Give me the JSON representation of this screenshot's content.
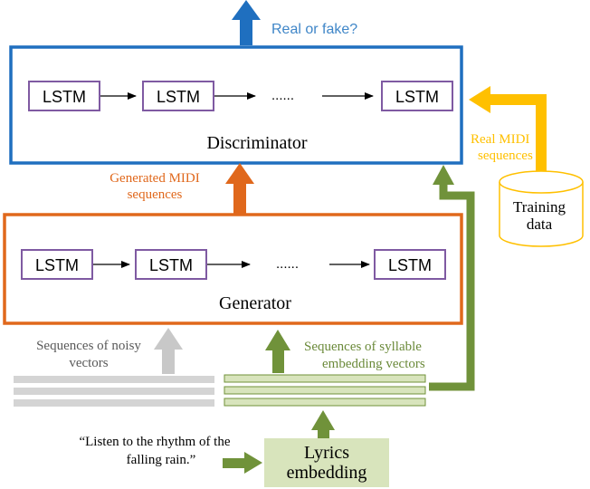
{
  "top": {
    "question": "Real or fake?"
  },
  "discriminator": {
    "title": "Discriminator",
    "lstm_label": "LSTM",
    "ellipsis": "......"
  },
  "generator": {
    "title": "Generator",
    "lstm_label": "LSTM",
    "ellipsis": "......"
  },
  "generated_midi": {
    "line1": "Generated MIDI",
    "line2": "sequences"
  },
  "real_midi": {
    "line1": "Real MIDI",
    "line2": "sequences"
  },
  "training_data": {
    "line1": "Training",
    "line2": "data"
  },
  "noisy": {
    "line1": "Sequences of noisy",
    "line2": "vectors"
  },
  "syllable": {
    "line1": "Sequences of syllable",
    "line2": "embedding vectors"
  },
  "lyrics": {
    "line1": "Lyrics",
    "line2": "embedding"
  },
  "quote": {
    "line1": "“Listen to the rhythm of  the",
    "line2": "falling rain.”"
  },
  "colors": {
    "blue": "#1f6fbf",
    "blue_text": "#3f86c8",
    "orange": "#e0681c",
    "orange_text": "#e0681c",
    "yellow": "#ffc000",
    "lstm_border": "#7f5aa2",
    "green": "#70923a",
    "green_text": "#6b8a3a",
    "lyrics_fill": "#d8e4bc",
    "gray": "#c8c8c8",
    "gray_text": "#595959"
  }
}
